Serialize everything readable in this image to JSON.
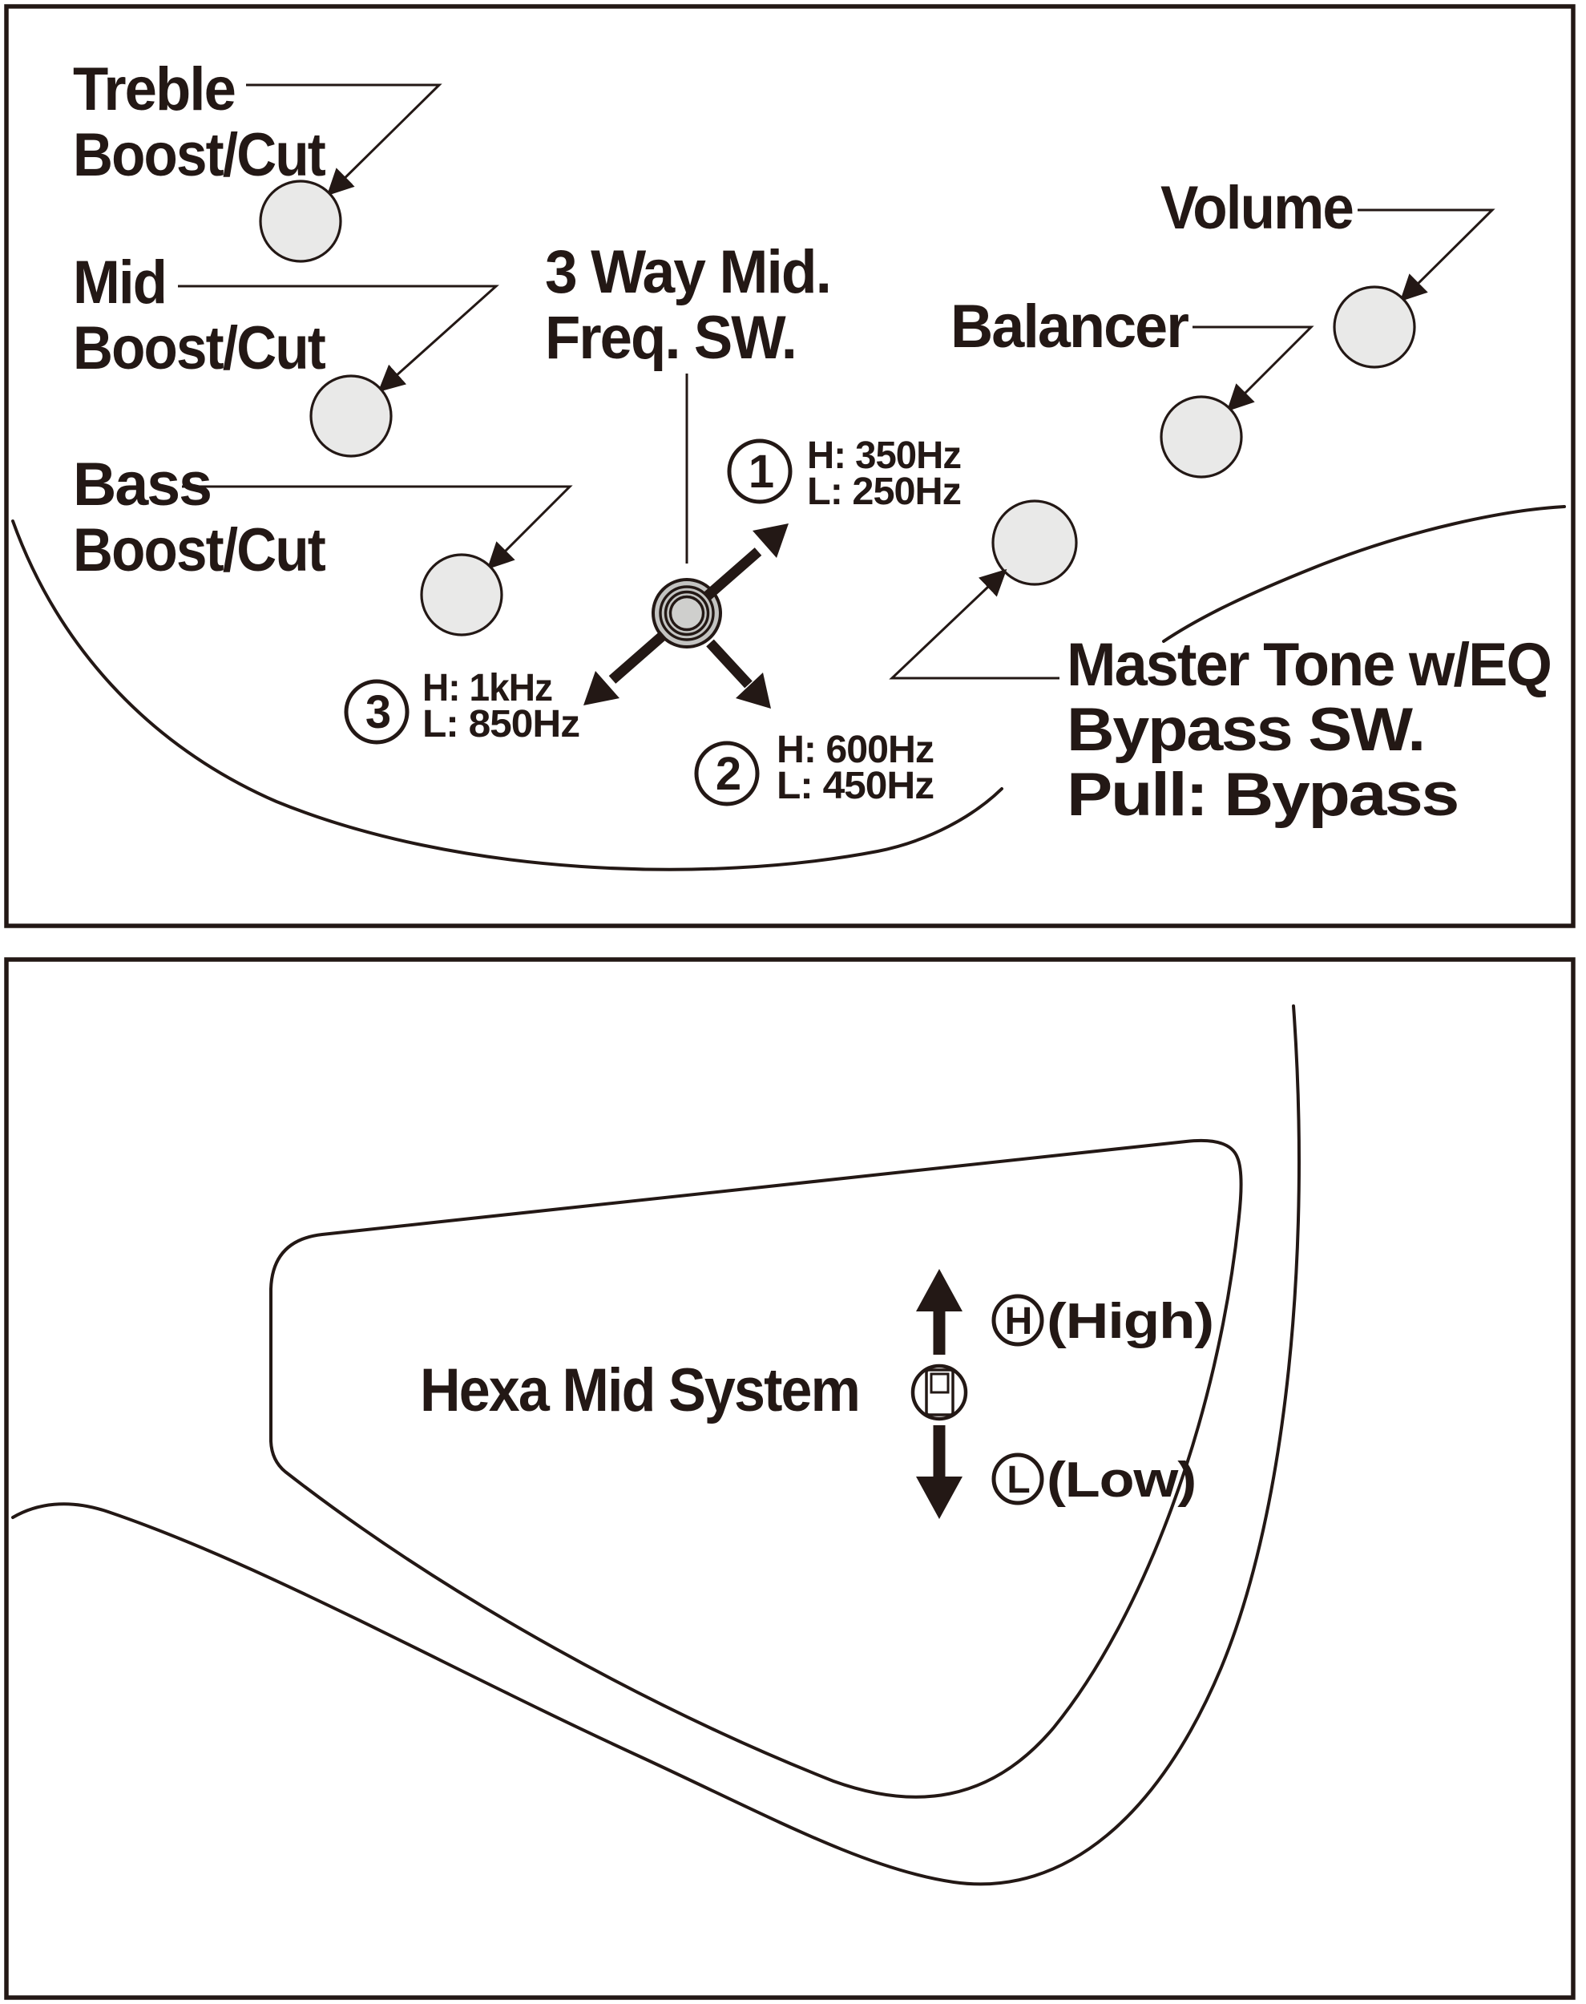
{
  "document": {
    "type": "bass-guitar-controls-diagram"
  },
  "colors": {
    "ink": "#231815",
    "knob_fill": "#e9e9e8",
    "switch_fill": "#c3c3c1",
    "background": "#ffffff"
  },
  "panels": {
    "top": {
      "treble": {
        "l1": "Treble",
        "l2": "Boost/Cut"
      },
      "mid": {
        "l1": "Mid",
        "l2": "Boost/Cut"
      },
      "bass": {
        "l1": "Bass",
        "l2": "Boost/Cut"
      },
      "freq_switch": {
        "l1": "3 Way Mid.",
        "l2": "Freq. SW."
      },
      "volume": "Volume",
      "balancer": "Balancer",
      "master_tone": {
        "l1": "Master Tone w/EQ",
        "l2": "Bypass SW.",
        "l3": "Pull: Bypass"
      },
      "freq_options": [
        {
          "num": "1",
          "high": "H: 350Hz",
          "low": "L: 250Hz"
        },
        {
          "num": "2",
          "high": "H: 600Hz",
          "low": "L: 450Hz"
        },
        {
          "num": "3",
          "high": "H: 1kHz",
          "low": "L: 850Hz"
        }
      ]
    },
    "bottom": {
      "system_label": "Hexa Mid System",
      "high": {
        "letter": "H",
        "label": "(High)"
      },
      "low": {
        "letter": "L",
        "label": "(Low)"
      }
    }
  }
}
